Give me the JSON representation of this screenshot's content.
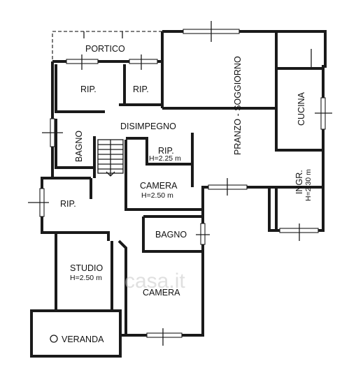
{
  "rooms": {
    "portico": "PORTICO",
    "rip1": "RIP.",
    "rip2": "RIP.",
    "pranzo": "PRANZO - SOGGIORNO",
    "cucina": "CUCINA",
    "disimpegno": "DISIMPEGNO",
    "bagno1": "BAGNO",
    "rip3": "RIP.",
    "rip3_h": "H=2.25 m",
    "camera1": "CAMERA",
    "camera1_h": "H=2.50 m",
    "ingr": "INGR.",
    "ingr_h": "H=2.30 m",
    "rip4": "RIP.",
    "bagno2": "BAGNO",
    "studio": "STUDIO",
    "studio_h": "H=2.50 m",
    "camera2": "CAMERA",
    "veranda": "VERANDA"
  },
  "watermark": "casa.it",
  "colors": {
    "wall": "#1a1a1a",
    "watermark": "#c8c8c8"
  }
}
